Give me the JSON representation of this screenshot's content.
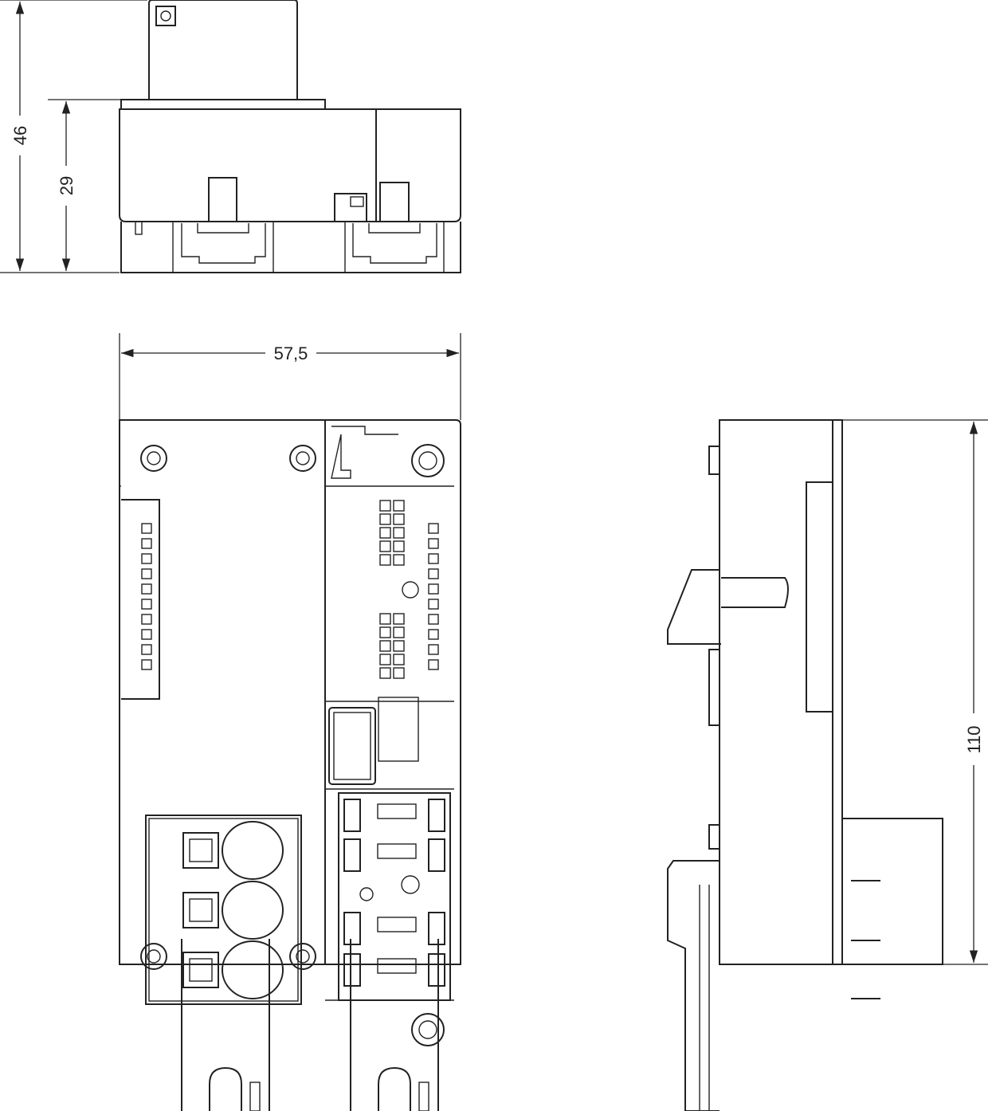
{
  "dimensions": {
    "total_height": "46",
    "body_height": "29",
    "width": "57,5",
    "length": "110"
  },
  "colors": {
    "line": "#222222",
    "background": "#ffffff"
  },
  "icons": {
    "brand_logo": "phoenix-contact-logo-icon"
  }
}
